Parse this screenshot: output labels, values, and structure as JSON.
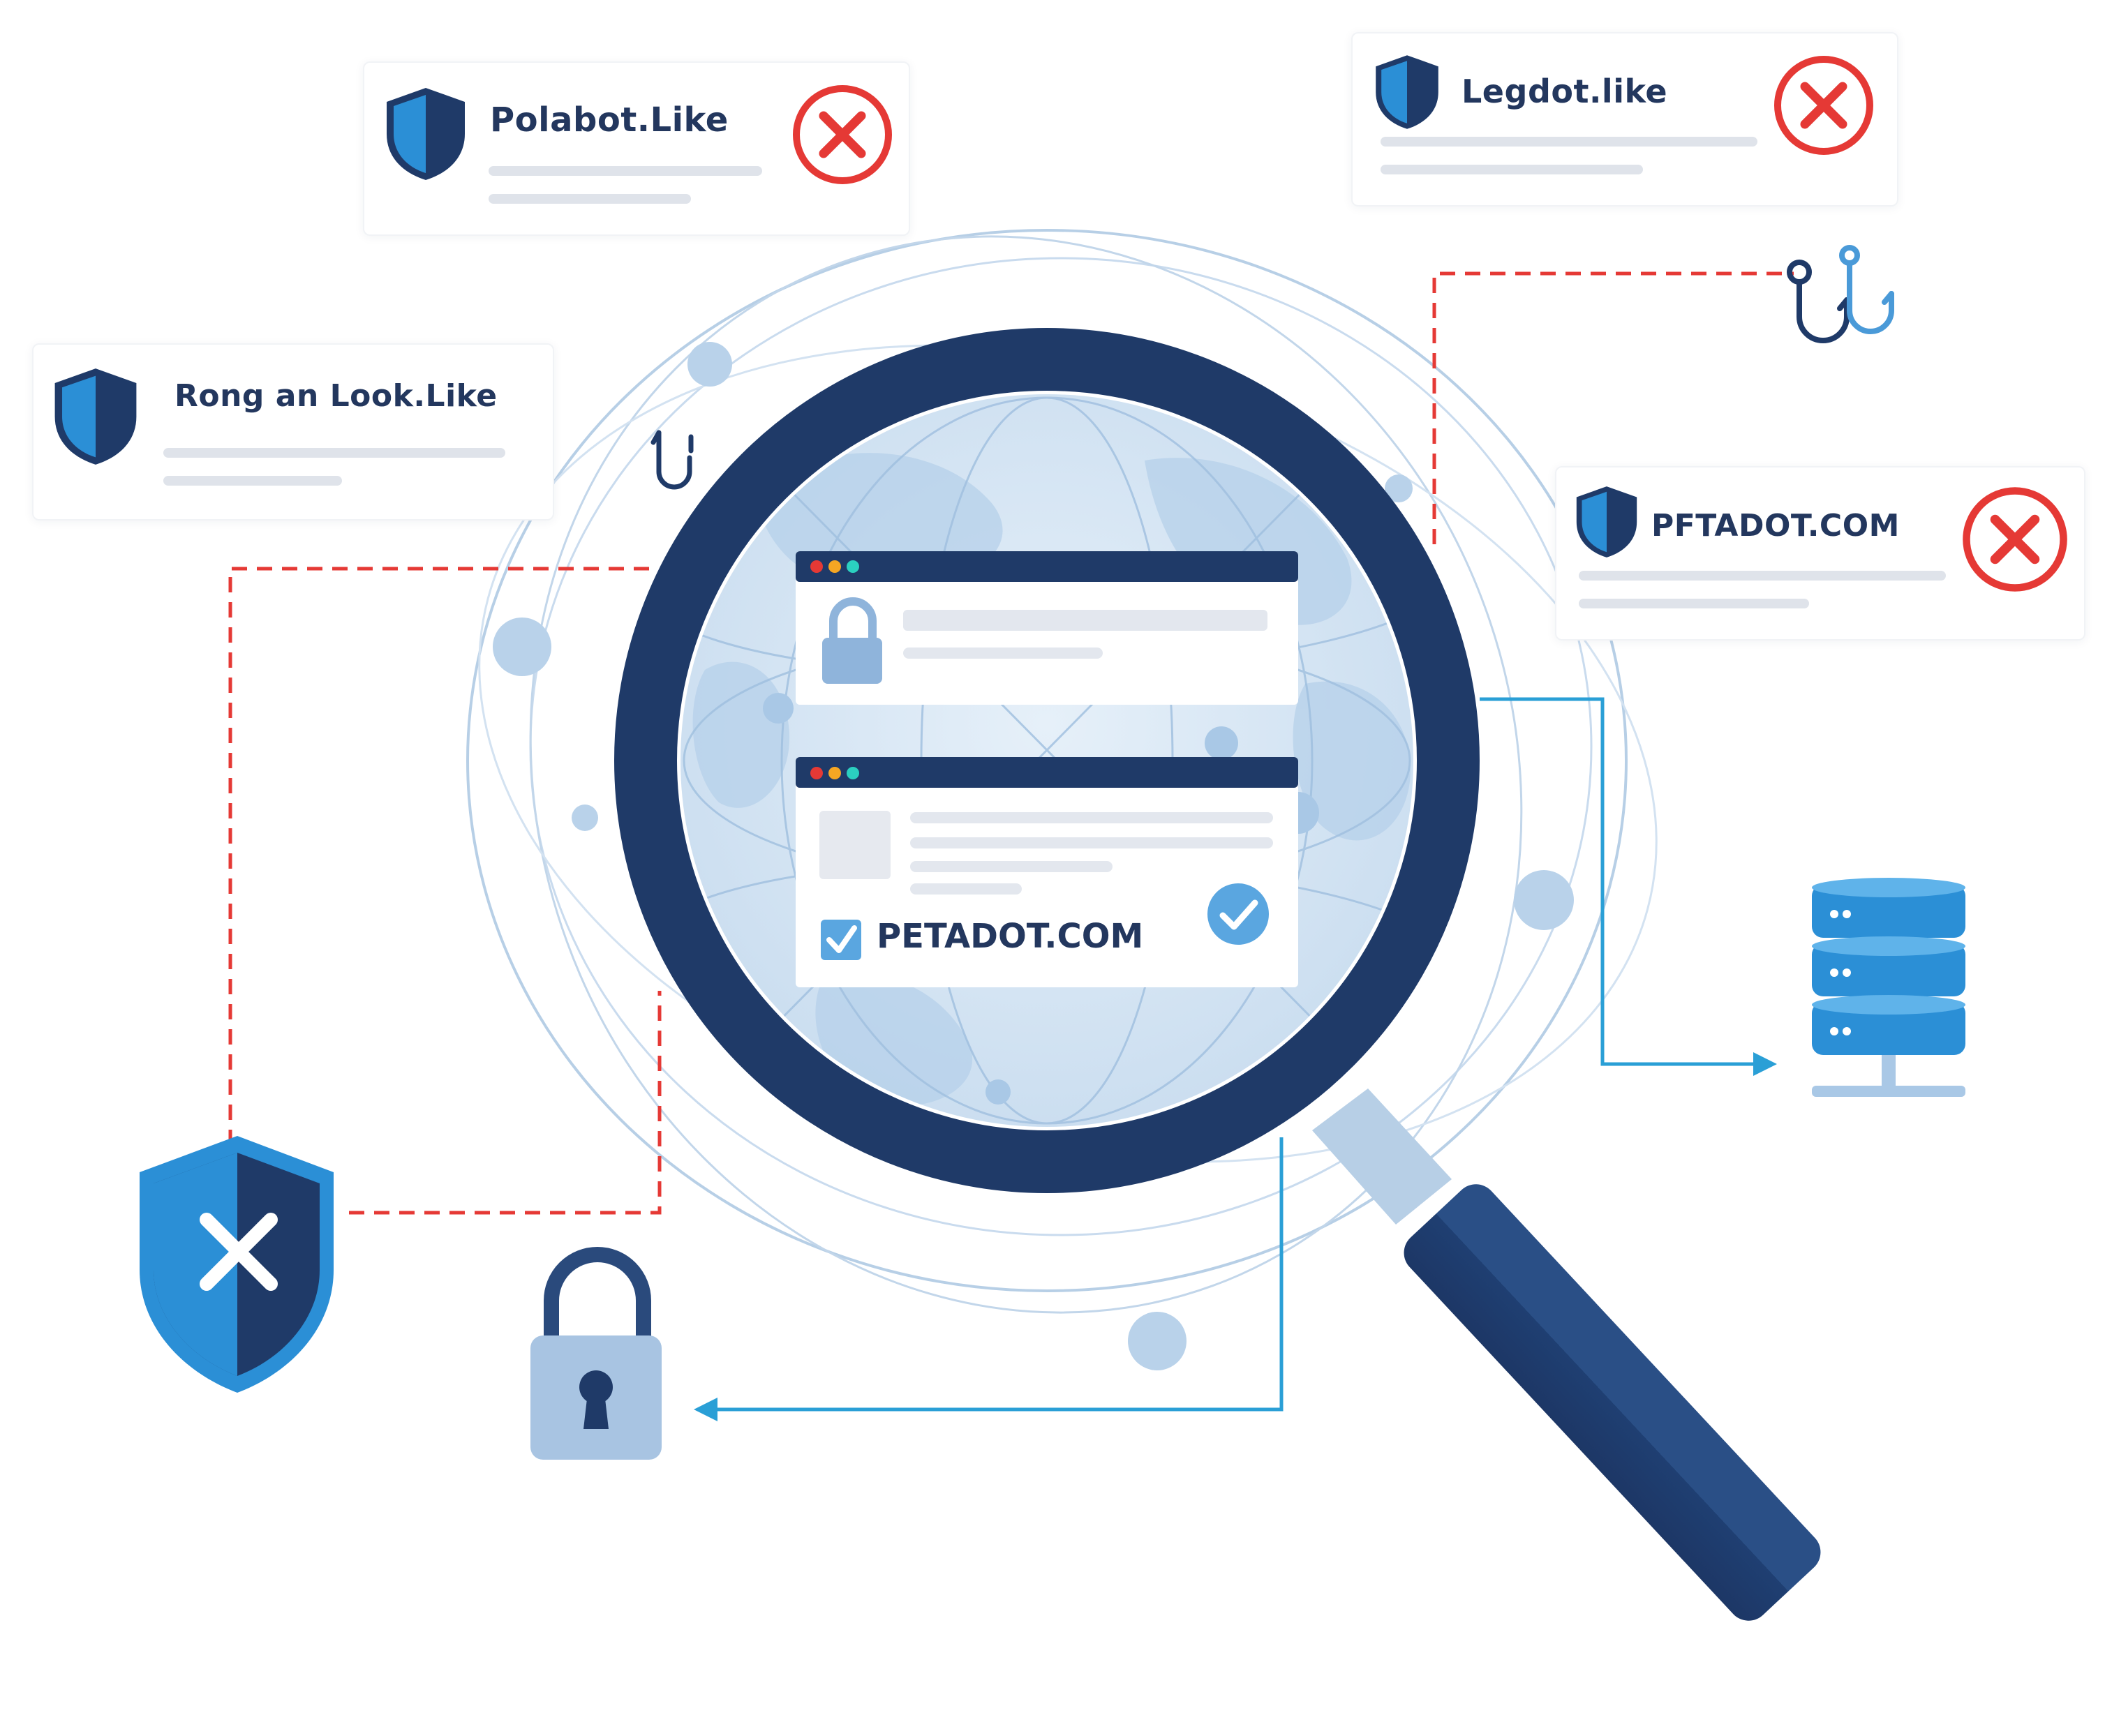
{
  "cards": [
    {
      "name": "polabot",
      "title": "Polabot.Like",
      "status_icon": "reject-icon"
    },
    {
      "name": "legdot",
      "title": "Legdot.like",
      "status_icon": "reject-icon"
    },
    {
      "name": "rong",
      "title": "Rong an Look.Like",
      "status_icon": ""
    },
    {
      "name": "pftadot",
      "title": "PFTADOT.COM",
      "status_icon": "reject-icon"
    }
  ],
  "verified": {
    "domain": "PETADOT.COM",
    "status_icon": "check-icon"
  },
  "colors": {
    "navy": "#1f3a68",
    "blue": "#2b8fd6",
    "light_blue": "#a9c8e6",
    "reject_red": "#e53935",
    "dashed_red": "#e53935",
    "arrow_blue": "#2a9fd6",
    "card_line": "#dfe3ea"
  }
}
